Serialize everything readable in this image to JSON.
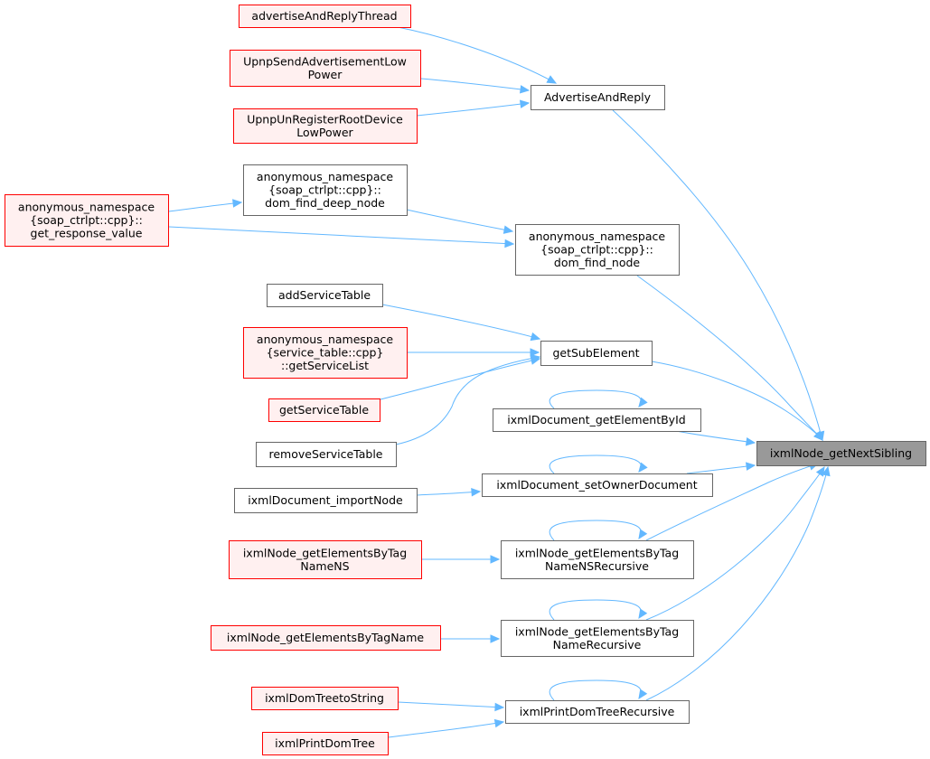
{
  "graph": {
    "root": {
      "id": "target",
      "lines": [
        "ixmlNode_getNextSibling"
      ]
    },
    "nodes": [
      {
        "id": "target",
        "lines": [
          "ixmlNode_getNextSibling"
        ],
        "style": "highlight"
      },
      {
        "id": "advertiseAndReplyThread",
        "lines": [
          "advertiseAndReplyThread"
        ],
        "style": "red"
      },
      {
        "id": "UpnpSendAdvertisementLowPower",
        "lines": [
          "UpnpSendAdvertisementLow",
          "Power"
        ],
        "style": "red"
      },
      {
        "id": "UpnpUnRegisterRootDeviceLowPower",
        "lines": [
          "UpnpUnRegisterRootDevice",
          "LowPower"
        ],
        "style": "red"
      },
      {
        "id": "AdvertiseAndReply",
        "lines": [
          "AdvertiseAndReply"
        ],
        "style": "normal"
      },
      {
        "id": "get_response_value",
        "lines": [
          "anonymous_namespace",
          "{soap_ctrlpt::cpp}::",
          "get_response_value"
        ],
        "style": "red"
      },
      {
        "id": "dom_find_deep_node",
        "lines": [
          "anonymous_namespace",
          "{soap_ctrlpt::cpp}::",
          "dom_find_deep_node"
        ],
        "style": "normal"
      },
      {
        "id": "dom_find_node",
        "lines": [
          "anonymous_namespace",
          "{soap_ctrlpt::cpp}::",
          "dom_find_node"
        ],
        "style": "normal"
      },
      {
        "id": "addServiceTable",
        "lines": [
          "addServiceTable"
        ],
        "style": "normal"
      },
      {
        "id": "getServiceList",
        "lines": [
          "anonymous_namespace",
          "{service_table::cpp}",
          "::getServiceList"
        ],
        "style": "red"
      },
      {
        "id": "getServiceTable",
        "lines": [
          "getServiceTable"
        ],
        "style": "red"
      },
      {
        "id": "removeServiceTable",
        "lines": [
          "removeServiceTable"
        ],
        "style": "normal"
      },
      {
        "id": "getSubElement",
        "lines": [
          "getSubElement"
        ],
        "style": "normal"
      },
      {
        "id": "ixmlDocument_getElementById",
        "lines": [
          "ixmlDocument_getElementById"
        ],
        "style": "normal"
      },
      {
        "id": "ixmlDocument_importNode",
        "lines": [
          "ixmlDocument_importNode"
        ],
        "style": "normal"
      },
      {
        "id": "ixmlDocument_setOwnerDocument",
        "lines": [
          "ixmlDocument_setOwnerDocument"
        ],
        "style": "normal"
      },
      {
        "id": "ixmlNode_getElementsByTagNameNS",
        "lines": [
          "ixmlNode_getElementsByTag",
          "NameNS"
        ],
        "style": "red"
      },
      {
        "id": "ixmlNode_getElementsByTagNameNSRecursive",
        "lines": [
          "ixmlNode_getElementsByTag",
          "NameNSRecursive"
        ],
        "style": "normal"
      },
      {
        "id": "ixmlNode_getElementsByTagName",
        "lines": [
          "ixmlNode_getElementsByTagName"
        ],
        "style": "red"
      },
      {
        "id": "ixmlNode_getElementsByTagNameRecursive",
        "lines": [
          "ixmlNode_getElementsByTag",
          "NameRecursive"
        ],
        "style": "normal"
      },
      {
        "id": "ixmlDomTreetoString",
        "lines": [
          "ixmlDomTreetoString"
        ],
        "style": "red"
      },
      {
        "id": "ixmlPrintDomTree",
        "lines": [
          "ixmlPrintDomTree"
        ],
        "style": "red"
      },
      {
        "id": "ixmlPrintDomTreeRecursive",
        "lines": [
          "ixmlPrintDomTreeRecursive"
        ],
        "style": "normal"
      }
    ],
    "edges": [
      {
        "from": "advertiseAndReplyThread",
        "to": "AdvertiseAndReply"
      },
      {
        "from": "UpnpSendAdvertisementLowPower",
        "to": "AdvertiseAndReply"
      },
      {
        "from": "UpnpUnRegisterRootDeviceLowPower",
        "to": "AdvertiseAndReply"
      },
      {
        "from": "AdvertiseAndReply",
        "to": "target"
      },
      {
        "from": "get_response_value",
        "to": "dom_find_deep_node"
      },
      {
        "from": "get_response_value",
        "to": "dom_find_node"
      },
      {
        "from": "dom_find_deep_node",
        "to": "dom_find_node"
      },
      {
        "from": "dom_find_node",
        "to": "target"
      },
      {
        "from": "addServiceTable",
        "to": "getSubElement"
      },
      {
        "from": "getServiceList",
        "to": "getSubElement"
      },
      {
        "from": "getServiceTable",
        "to": "getSubElement"
      },
      {
        "from": "removeServiceTable",
        "to": "getSubElement"
      },
      {
        "from": "getSubElement",
        "to": "target"
      },
      {
        "from": "ixmlDocument_getElementById",
        "to": "ixmlDocument_getElementById"
      },
      {
        "from": "ixmlDocument_getElementById",
        "to": "target"
      },
      {
        "from": "ixmlDocument_importNode",
        "to": "ixmlDocument_setOwnerDocument"
      },
      {
        "from": "ixmlDocument_setOwnerDocument",
        "to": "ixmlDocument_setOwnerDocument"
      },
      {
        "from": "ixmlDocument_setOwnerDocument",
        "to": "target"
      },
      {
        "from": "ixmlNode_getElementsByTagNameNS",
        "to": "ixmlNode_getElementsByTagNameNSRecursive"
      },
      {
        "from": "ixmlNode_getElementsByTagNameNSRecursive",
        "to": "ixmlNode_getElementsByTagNameNSRecursive"
      },
      {
        "from": "ixmlNode_getElementsByTagNameNSRecursive",
        "to": "target"
      },
      {
        "from": "ixmlNode_getElementsByTagName",
        "to": "ixmlNode_getElementsByTagNameRecursive"
      },
      {
        "from": "ixmlNode_getElementsByTagNameRecursive",
        "to": "ixmlNode_getElementsByTagNameRecursive"
      },
      {
        "from": "ixmlNode_getElementsByTagNameRecursive",
        "to": "target"
      },
      {
        "from": "ixmlDomTreetoString",
        "to": "ixmlPrintDomTreeRecursive"
      },
      {
        "from": "ixmlPrintDomTree",
        "to": "ixmlPrintDomTreeRecursive"
      },
      {
        "from": "ixmlPrintDomTreeRecursive",
        "to": "ixmlPrintDomTreeRecursive"
      },
      {
        "from": "ixmlPrintDomTreeRecursive",
        "to": "target"
      }
    ]
  },
  "colors": {
    "edge": "#63b8ff",
    "normal_border": "#666666",
    "normal_fill": "#ffffff",
    "red_border": "#ff0000",
    "red_fill": "#fff0f0",
    "highlight_border": "#666666",
    "highlight_fill": "#999999",
    "text": "#000000",
    "background": "#ffffff"
  }
}
